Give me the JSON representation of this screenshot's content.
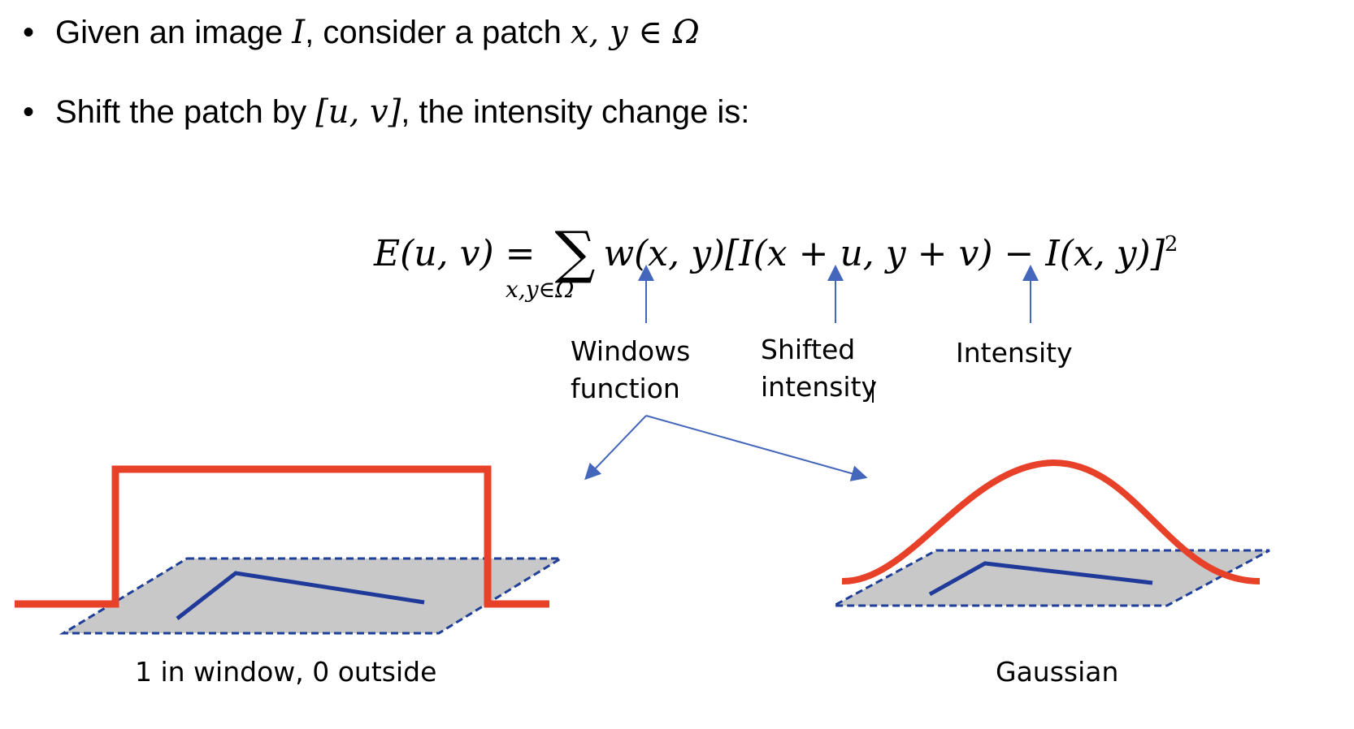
{
  "bullets": {
    "b1_bullet": "•",
    "b1_text1": "Given an image ",
    "b1_math1": "I",
    "b1_text2": ", consider a patch ",
    "b1_math2": "x, y ∈ Ω",
    "b2_bullet": "•",
    "b2_text1": "Shift the patch by ",
    "b2_math1": "[u, v]",
    "b2_text2": ", the intensity change is:"
  },
  "equation": {
    "lhs": "E(u, v) = ",
    "sigma": "∑",
    "body": "w(x, y)[I(x + u, y + v) − I(x, y)]",
    "exponent": "2",
    "subscript": "x,y∈Ω"
  },
  "annotations": {
    "window": "Windows\nfunction",
    "shifted": "Shifted\nintensity",
    "intensity": "Intensity"
  },
  "captions": {
    "box": "1 in window, 0 outside",
    "gaussian": "Gaussian"
  },
  "colors": {
    "curve": "#e8412a",
    "arrow": "#4466bb",
    "plane": "#c8c8c8",
    "plane_edge": "#1f3f99",
    "edge_line": "#1f3a99"
  }
}
